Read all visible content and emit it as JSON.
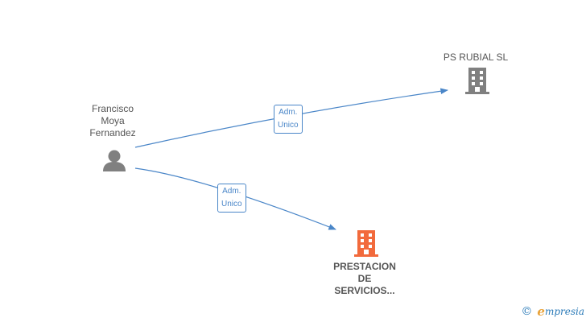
{
  "nodes": {
    "person": {
      "label": "Francisco\nMoya\nFernandez",
      "icon": "person-icon",
      "color": "#808080"
    },
    "company1": {
      "label": "PS RUBIAL  SL",
      "icon": "building-icon",
      "color": "#808080"
    },
    "company2": {
      "label": "PRESTACION\nDE\nSERVICIOS...",
      "icon": "building-icon",
      "color": "#f26a3c"
    }
  },
  "edges": [
    {
      "from": "person",
      "to": "company1",
      "label_line1": "Adm.",
      "label_line2": "Unico"
    },
    {
      "from": "person",
      "to": "company2",
      "label_line1": "Adm.",
      "label_line2": "Unico"
    }
  ],
  "colors": {
    "edge": "#4a86c8"
  },
  "watermark": {
    "copyright": "©",
    "brand_initial": "e",
    "brand_rest": "mpresia"
  }
}
